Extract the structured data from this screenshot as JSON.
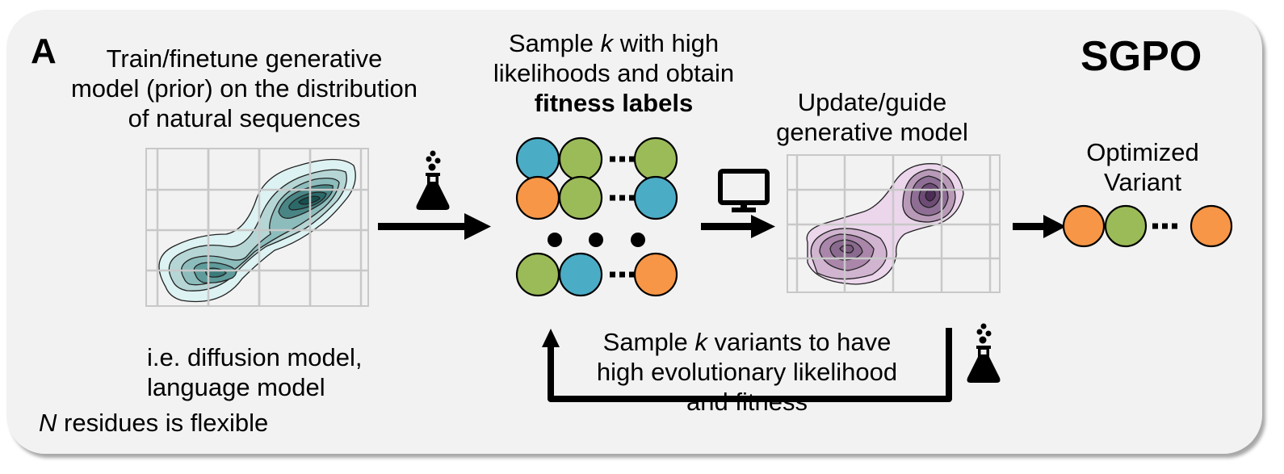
{
  "panel": {
    "letter": "A",
    "title": "SGPO"
  },
  "steps": {
    "train": {
      "lines": [
        "Train/finetune generative",
        "model (prior) on the distribution",
        "of natural sequences"
      ]
    },
    "prior_examples": {
      "lines": [
        "i.e. diffusion model,",
        "language model"
      ]
    },
    "flexibility_note": {
      "italic": "N",
      "rest": " residues is flexible"
    },
    "sample": {
      "line1_a": "Sample ",
      "line1_k": "k",
      "line1_b": " with high",
      "line2": "likelihoods and obtain",
      "line3_bold": "fitness labels"
    },
    "update": {
      "lines": [
        "Update/guide",
        "generative model"
      ]
    },
    "optimized": {
      "lines": [
        "Optimized",
        "Variant"
      ]
    },
    "loop": {
      "line1_a": "Sample ",
      "line1_k": "k",
      "line1_b": " variants to have",
      "line2": "high evolutionary likelihood",
      "line3": "and fitness"
    }
  },
  "icons": {
    "flask": "flask-icon",
    "monitor": "monitor-icon",
    "arrow": "arrow-right-icon"
  },
  "colors": {
    "blue": "#4bacc6",
    "green": "#9bbb59",
    "orange": "#f79646",
    "prior_density": "#1f5c5c",
    "guided_density": "#5a3a6a",
    "grid": "#c8c8c8",
    "panel_bg": "#f2f2f2"
  },
  "sequences": {
    "sampled": [
      [
        "blue",
        "green",
        "green"
      ],
      [
        "orange",
        "green",
        "blue"
      ],
      [
        "green",
        "blue",
        "orange"
      ]
    ],
    "optimized": [
      "orange",
      "green",
      "orange"
    ]
  }
}
